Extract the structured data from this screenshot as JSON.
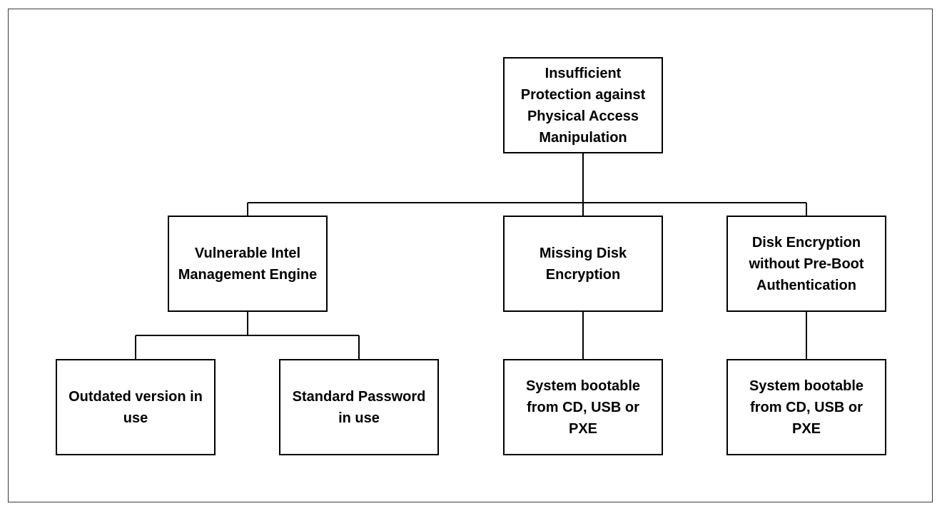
{
  "diagram": {
    "root": {
      "label": "Insufficient Protection against Physical Access Manipulation"
    },
    "level1": [
      {
        "label": "Vulnerable Intel Management Engine"
      },
      {
        "label": "Missing Disk Encryption"
      },
      {
        "label": "Disk Encryption without Pre-Boot Authentication"
      }
    ],
    "level2": [
      {
        "label": "Outdated version in use"
      },
      {
        "label": "Standard Password in use"
      },
      {
        "label": "System bootable from CD, USB or PXE"
      },
      {
        "label": "System bootable from CD, USB or PXE"
      }
    ],
    "colors": {
      "border": "#000000",
      "frame": "#3a3a3a",
      "background": "#ffffff"
    }
  }
}
